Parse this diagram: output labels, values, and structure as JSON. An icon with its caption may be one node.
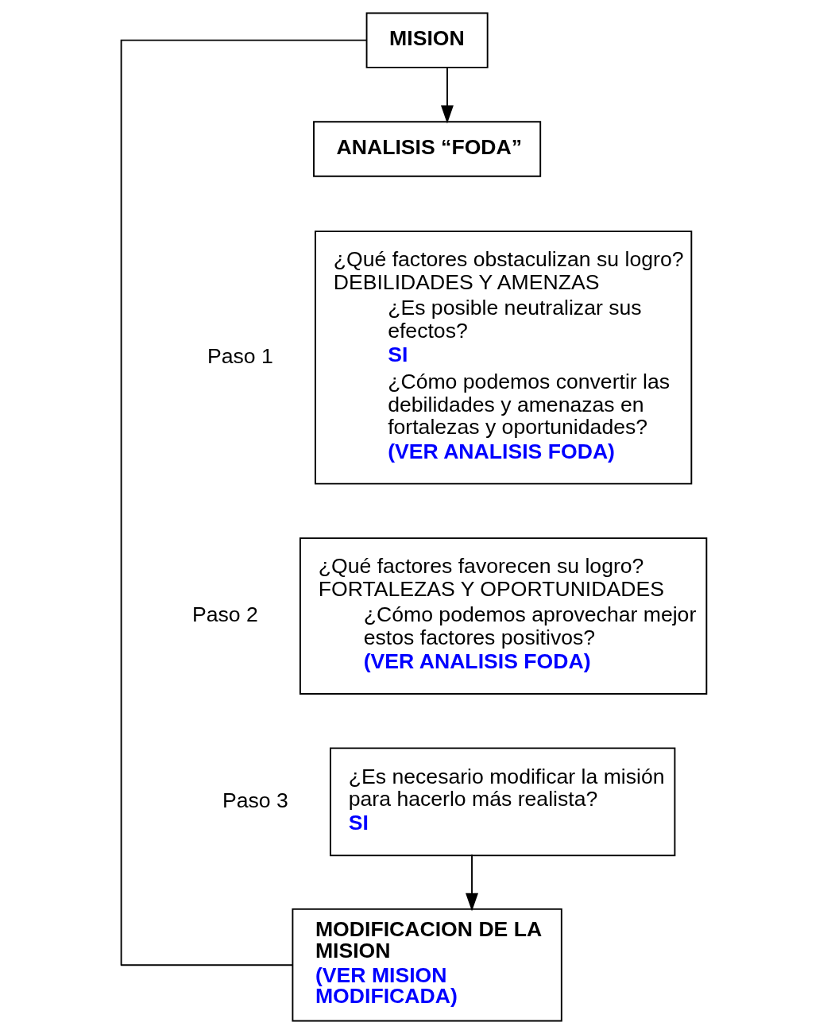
{
  "diagram": {
    "nodes": [
      {
        "text": [
          "MISION"
        ]
      },
      {
        "text": [
          "ANALISIS “FODA”"
        ]
      },
      {
        "text": [
          "¿Qué factores obstaculizan su logro? DEBILIDADES Y AMENZAS",
          "¿Es posible neutralizar sus efectos?",
          "SI",
          "¿Cómo podemos convertir las debilidades y amenazas en fortalezas y oportunidades?",
          "(VER ANALISIS FODA)"
        ],
        "beside": [
          "Paso 1"
        ]
      },
      {
        "text": [
          "¿Qué factores favorecen su logro? FORTALEZAS Y OPORTUNIDADES",
          "¿Cómo podemos aprovechar mejor estos factores positivos?",
          "(VER ANALISIS FODA)"
        ],
        "beside": [
          "Paso 2"
        ]
      },
      {
        "text": [
          "¿Es necesario modificar la misión para hacerlo más realista?",
          "SI"
        ],
        "beside": [
          "Paso 3"
        ]
      },
      {
        "text": [
          "MODIFICACION DE LA MISION",
          "(VER MISION MODIFICADA)"
        ]
      }
    ],
    "edges": [
      {
        "from": 0,
        "to": 1,
        "arrow": "to"
      },
      {
        "from": 4,
        "to": 5,
        "arrow": "to"
      },
      {
        "from": 0,
        "to": 5,
        "arrow": "none"
      }
    ]
  }
}
